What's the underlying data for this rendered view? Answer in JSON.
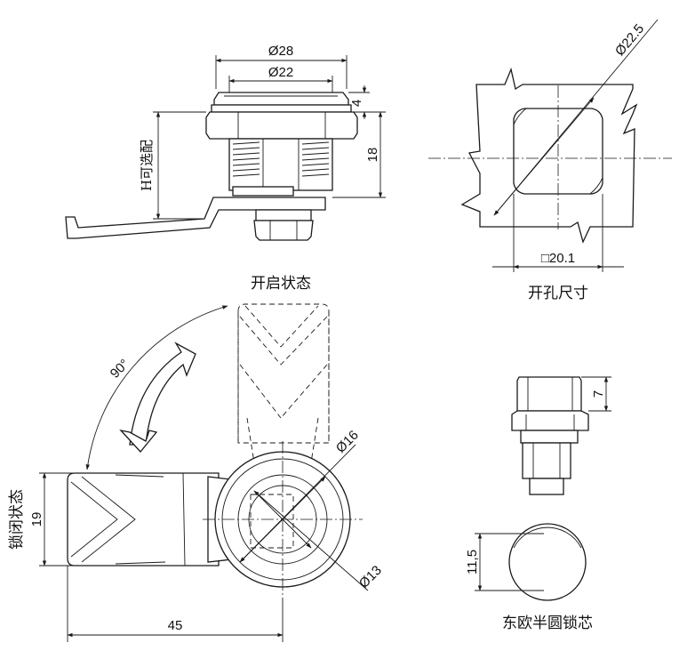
{
  "dimensions": {
    "outer_diameter": "Ø28",
    "inner_diameter": "Ø22",
    "head_height": "4",
    "body_height": "18",
    "h_optional": "H可选配",
    "cutout_diameter": "Ø22.5",
    "cutout_square": "□20.1",
    "angle": "90°",
    "bolt_diameter": "Ø16",
    "hole_diameter": "Ø13",
    "tongue_width": "19",
    "tongue_length": "45",
    "core_height": "7",
    "core_width": "11,5"
  },
  "captions": {
    "open_state": "开启状态",
    "cutout_size": "开孔尺寸",
    "locked_state": "锁闭状态",
    "core_type": "东欧半圆锁芯"
  }
}
